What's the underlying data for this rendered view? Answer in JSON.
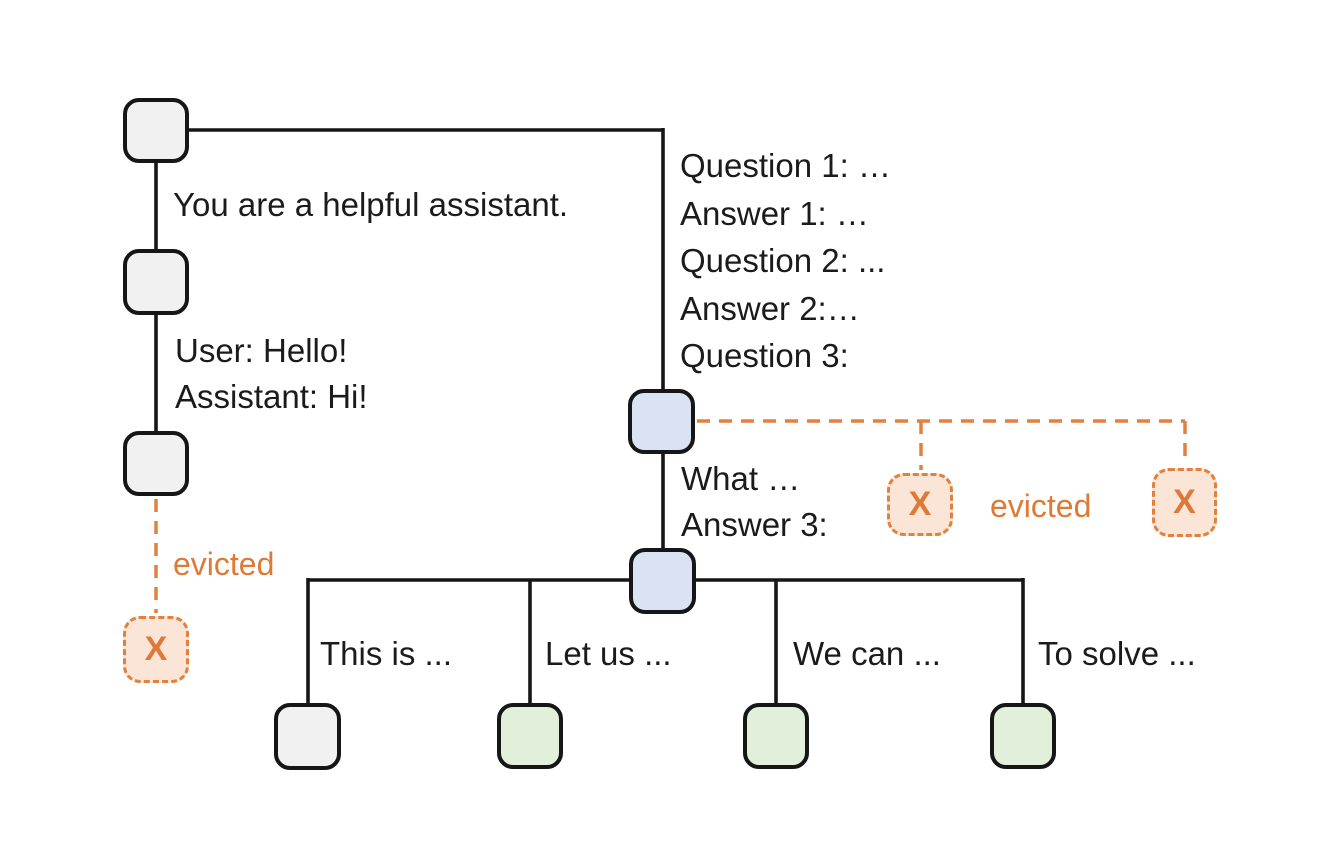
{
  "colors": {
    "line_black": "#161616",
    "accent_orange": "#dd7a38",
    "dash_orange": "#e0813f",
    "evicted_fill": "#fae5d7",
    "node_gray": "#f1f1f1",
    "node_blue": "#dae3f3",
    "node_green": "#e2efda"
  },
  "labels": {
    "system_prompt": "You are a helpful assistant.",
    "chat_history": "User: Hello!\nAssistant: Hi!",
    "qa_history": "Question 1: …\nAnswer 1: …\nQuestion 2: ...\nAnswer 2:…\nQuestion 3:",
    "partial_answer": "What …\nAnswer 3:",
    "evicted_left": "evicted",
    "evicted_right": "evicted",
    "x_mark": "X",
    "branch1": "This is ...",
    "branch2": "Let us ...",
    "branch3": "We can ...",
    "branch4": "To solve ..."
  }
}
